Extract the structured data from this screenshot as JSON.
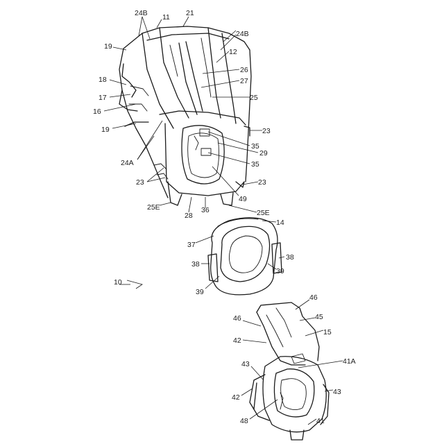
{
  "figure": {
    "labels": {
      "l11": "11",
      "l21": "21",
      "l24B_top": "24B",
      "l24B_right": "24B",
      "l19_top": "19",
      "l12": "12",
      "l26": "26",
      "l18": "18",
      "l27": "27",
      "l17": "17",
      "l25": "25",
      "l16": "16",
      "l19_low": "19",
      "l23_right": "23",
      "l35_up": "35",
      "l29": "29",
      "l24A": "24A",
      "l35_low": "35",
      "l23_left": "23",
      "l23_low": "23",
      "l49": "49",
      "l25E_left": "25E",
      "l28": "28",
      "l36": "36",
      "l25E_right": "25E",
      "l14": "14",
      "l37": "37",
      "l38_left": "38",
      "l38_right": "38",
      "l39_left": "39",
      "l39_right": "39",
      "l10": "10",
      "l46_right": "46",
      "l46_left": "46",
      "l45": "45",
      "l15": "15",
      "l42_top": "42",
      "l43_left": "43",
      "l41A": "41A",
      "l42_low": "42",
      "l43_right": "43",
      "l48": "48",
      "l41": "41"
    }
  }
}
